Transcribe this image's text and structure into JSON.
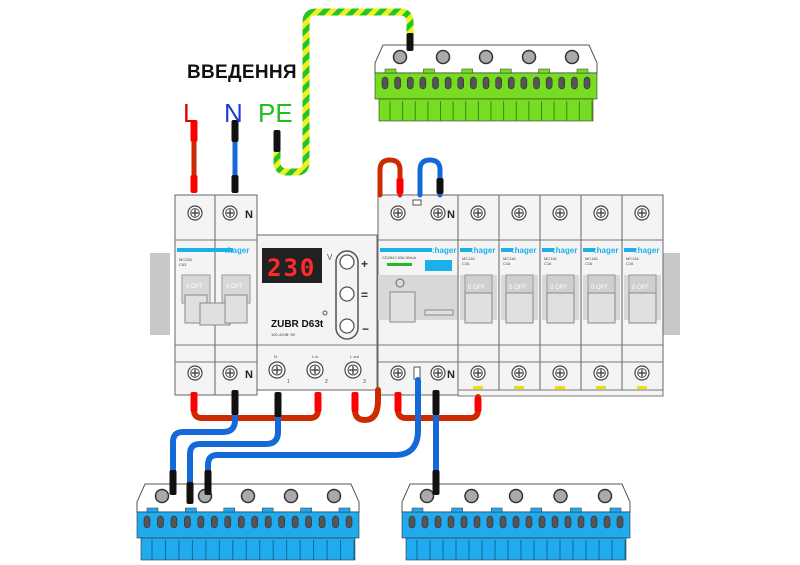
{
  "title": "ВВЕДЕННЯ",
  "inputs": [
    {
      "label": "L",
      "color": "#e00000"
    },
    {
      "label": "N",
      "color": "#1a3fd0"
    },
    {
      "label": "PE",
      "color": "#1fbf1f"
    }
  ],
  "colors": {
    "phase_wire": "#cc2a00",
    "phase_tip": "#ff0000",
    "neutral_wire": "#1469d8",
    "pe_green": "#22c42a",
    "pe_yellow": "#f0f020",
    "pe_busbar": "#77dd22",
    "n_busbar": "#22aaee",
    "device_body": "#f4f4f4",
    "din_rail": "#c8c8c8",
    "brand_blue": "#1ab0ea",
    "display_bg": "#222222",
    "display_digits": "#ff2a2a"
  },
  "main_breaker": {
    "brand": ":hager",
    "model": "MC263",
    "rating": "C63",
    "toggle_text": "0 OFF",
    "terminal_n": "N"
  },
  "voltage_relay": {
    "display_value": "230",
    "unit": "V",
    "model": "ZUBR D63t",
    "spec": "100-420В~50",
    "buttons": [
      "+",
      "=",
      "−"
    ],
    "terminals": [
      {
        "label": "N",
        "number": "1"
      },
      {
        "label": "L in",
        "number": "2"
      },
      {
        "label": "L out",
        "number": "3"
      }
    ]
  },
  "rcd": {
    "brand": ":hager",
    "model": "CD264J 63A 30mA",
    "terminal_n": "N"
  },
  "breakers": [
    {
      "brand": ":hager",
      "model": "MC116",
      "rating": "C16",
      "toggle_text": "0 OFF"
    },
    {
      "brand": ":hager",
      "model": "MC116",
      "rating": "C16",
      "toggle_text": "0 OFF"
    },
    {
      "brand": ":hager",
      "model": "MC116",
      "rating": "C16",
      "toggle_text": "0 OFF"
    },
    {
      "brand": ":hager",
      "model": "MC116",
      "rating": "C16",
      "toggle_text": "0 OFF"
    },
    {
      "brand": ":hager",
      "model": "MC116",
      "rating": "C16",
      "toggle_text": "0 OFF"
    }
  ],
  "busbars": [
    {
      "name": "PE busbar",
      "color": "green",
      "screws": 5,
      "holes": 17
    },
    {
      "name": "N busbar 1",
      "color": "blue",
      "screws": 5,
      "holes": 16
    },
    {
      "name": "N busbar 2",
      "color": "blue",
      "screws": 5,
      "holes": 17
    }
  ]
}
